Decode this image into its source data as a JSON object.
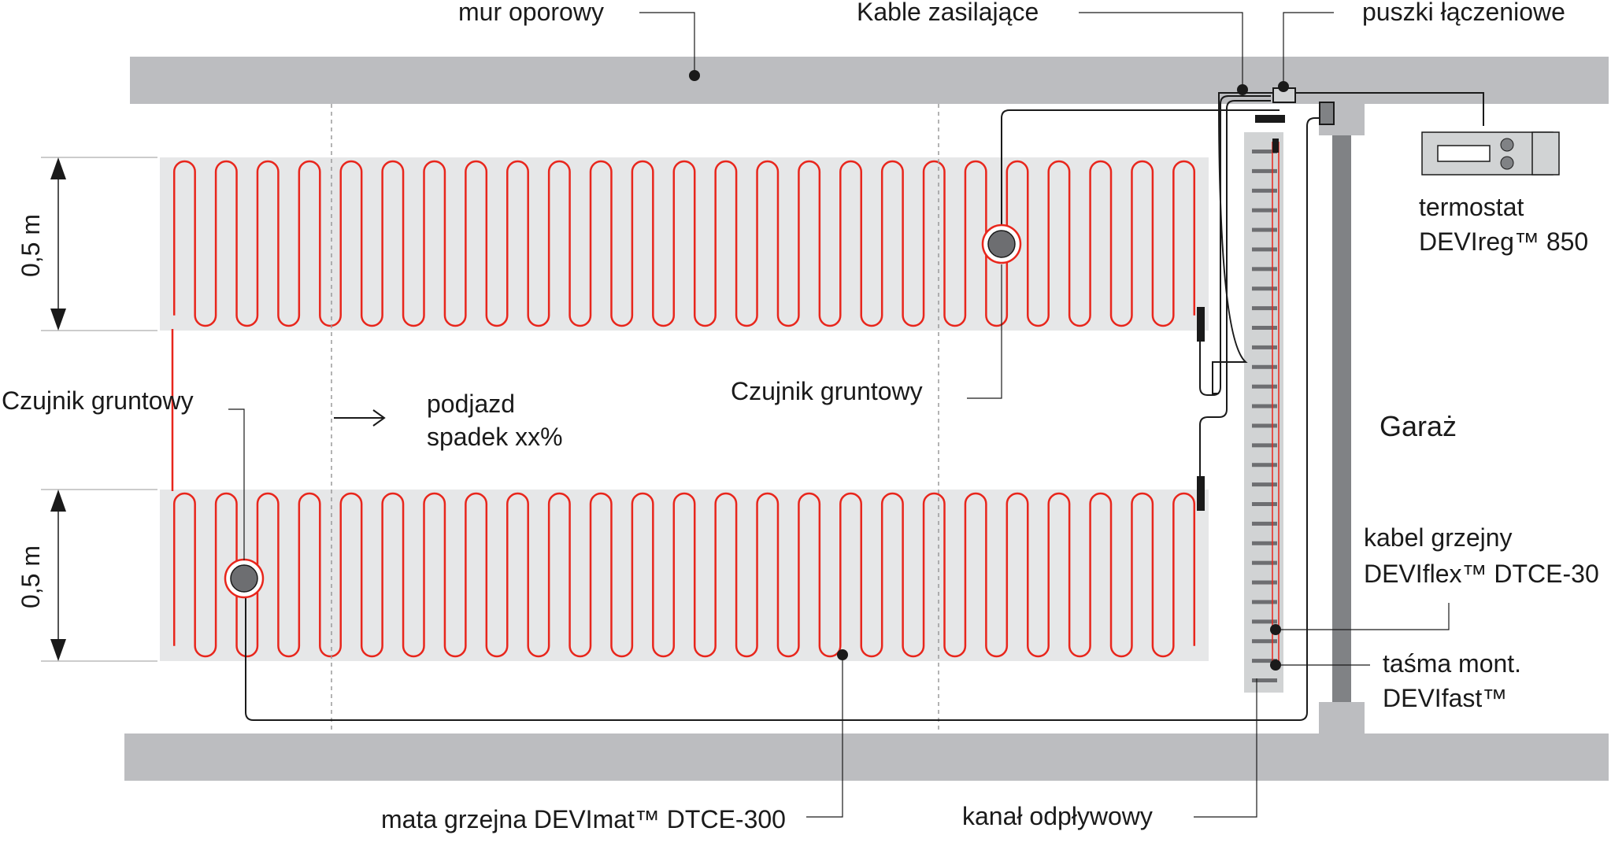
{
  "labels": {
    "retaining_wall": "mur oporowy",
    "power_cables": "Kable zasilające",
    "junction_boxes": "puszki łączeniowe",
    "thermostat_line1": "termostat",
    "thermostat_line2": "DEVIreg™ 850",
    "ground_sensor_top": "Czujnik gruntowy",
    "ground_sensor_bottom": "Czujnik gruntowy",
    "driveway_line1": "podjazd",
    "driveway_line2": "spadek xx%",
    "garage": "Garaż",
    "heating_cable_line1": "kabel grzejny",
    "heating_cable_line2": "DEVIflex™ DTCE-30",
    "mounting_tape_line1": "taśma mont.",
    "mounting_tape_line2": "DEVIfast™",
    "heating_mat": "mata grzejna DEVImat™ DTCE-300",
    "drain_channel": "kanał odpływowy",
    "dimension_top": "0,5 m",
    "dimension_bottom": "0,5 m"
  },
  "colors": {
    "wall": "#bcbdc0",
    "mat_background": "#e6e7e8",
    "heating_cable": "#e8261c",
    "cable": "#1a1a1a",
    "device": "#d1d3d4",
    "sensor": "#6d6e71",
    "post": "#808285",
    "guide_line": "#9a9a9a"
  },
  "mats": {
    "top_loops": 25,
    "bottom_loops": 25
  },
  "drain_channel": {
    "slots": 28
  }
}
